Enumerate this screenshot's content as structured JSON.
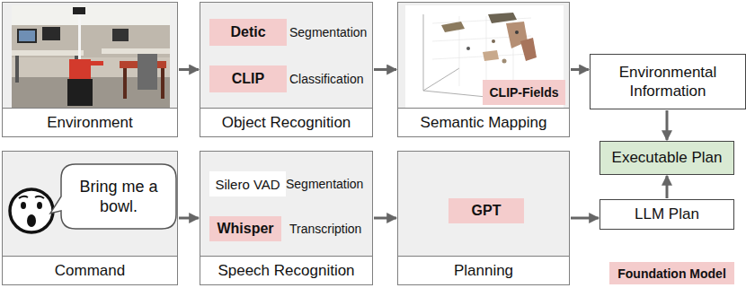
{
  "diagram": {
    "nodes": [
      {
        "text": [
          "Environment"
        ]
      },
      {
        "text": [
          "Object Recognition"
        ]
      },
      {
        "text": [
          "Detic"
        ],
        "in": 1
      },
      {
        "text": [
          "CLIP"
        ],
        "in": 1
      },
      {
        "text": [
          "Semantic Mapping"
        ]
      },
      {
        "text": [
          "CLIP-Fields"
        ],
        "in": 4
      },
      {
        "text": [
          "Environmental Information"
        ]
      },
      {
        "text": [
          "Executable Plan"
        ]
      },
      {
        "text": [
          "Command"
        ]
      },
      {
        "text": [
          "Bring me a bowl."
        ],
        "in": 8
      },
      {
        "text": [
          "Speech Recognition"
        ]
      },
      {
        "text": [
          "Silero VAD"
        ],
        "in": 10
      },
      {
        "text": [
          "Whisper"
        ],
        "in": 10
      },
      {
        "text": [
          "Planning"
        ]
      },
      {
        "text": [
          "GPT"
        ],
        "in": 13
      },
      {
        "text": [
          "LLM Plan"
        ]
      }
    ],
    "edges": [
      {
        "from": 0,
        "to": 1,
        "arrow": "to"
      },
      {
        "from": 1,
        "to": 4,
        "arrow": "to"
      },
      {
        "from": 4,
        "to": 6,
        "arrow": "to"
      },
      {
        "from": 6,
        "to": 7,
        "arrow": "to"
      },
      {
        "from": 8,
        "to": 10,
        "arrow": "to"
      },
      {
        "from": 10,
        "to": 13,
        "arrow": "to"
      },
      {
        "from": 13,
        "to": 15,
        "arrow": "to"
      },
      {
        "from": 15,
        "to": 7,
        "arrow": "to"
      }
    ],
    "labels": [
      "Segmentation",
      "Classification",
      "Segmentation",
      "Transcription"
    ],
    "legend": [
      {
        "text": "Foundation Model",
        "color": "#f4cccc"
      }
    ]
  }
}
